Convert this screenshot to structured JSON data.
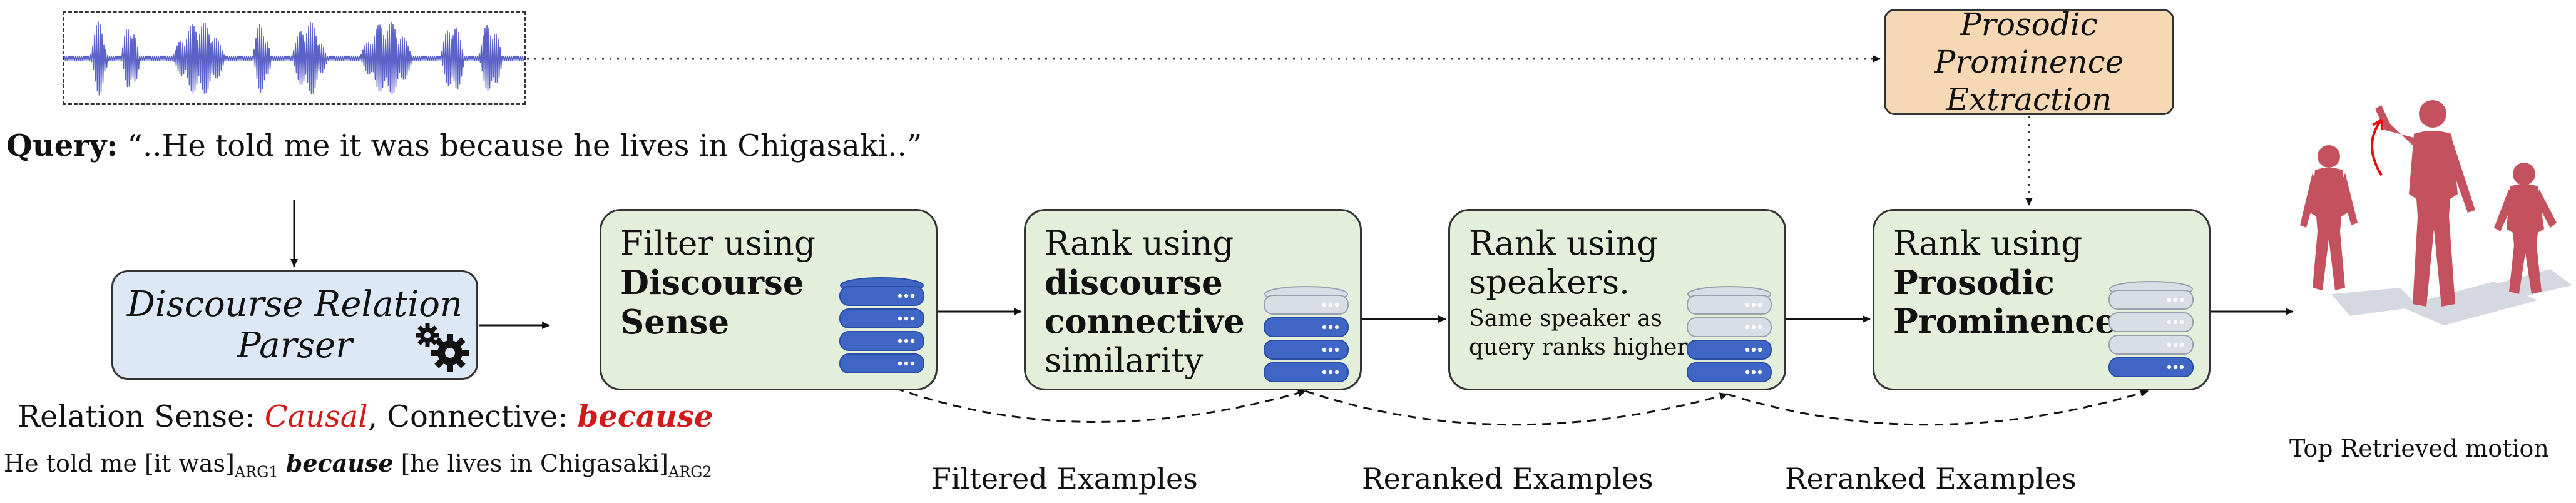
{
  "query": {
    "label": "Query:",
    "text": "“..He told me it was because he lives in Chigasaki..”"
  },
  "parser": {
    "line1": "Discourse Relation",
    "line2": "Parser"
  },
  "relation": {
    "sense_label": "Relation Sense: ",
    "sense_value": "Causal",
    "connective_label": ", Connective: ",
    "connective_value": "because"
  },
  "arg_annotation": {
    "part1": "He told me [it was]",
    "arg1_sub": "ARG1",
    "connective": "because",
    "part2": " [he lives in Chigasaki]",
    "arg2_sub": "ARG2"
  },
  "stages": [
    {
      "pre": "Filter using",
      "bold": "Discourse Sense",
      "post": ""
    },
    {
      "pre": "Rank using",
      "bold": "discourse connective",
      "post": "similarity"
    },
    {
      "pre": "Rank using speakers.",
      "bold": "",
      "post": "",
      "small": "Same speaker as query ranks higher"
    },
    {
      "pre": "Rank using",
      "bold": "Prosodic Prominence",
      "post": ""
    }
  ],
  "prosodic_box": {
    "line1": "Prosodic Prominence",
    "line2": "Extraction"
  },
  "example_labels": [
    "Filtered Examples",
    "Reranked Examples",
    "Reranked Examples"
  ],
  "output_caption": "Top Retrieved motion",
  "colors": {
    "parser_fill": "#dce8f5",
    "stage_fill": "#e3eedb",
    "prosodic_fill": "#f6d9b4",
    "waveform": "#5b63c9",
    "database": "#3f66c4",
    "database_inactive": "#d9dde6",
    "highlight_red": "#d21a1a",
    "figure": "#c4515e"
  }
}
